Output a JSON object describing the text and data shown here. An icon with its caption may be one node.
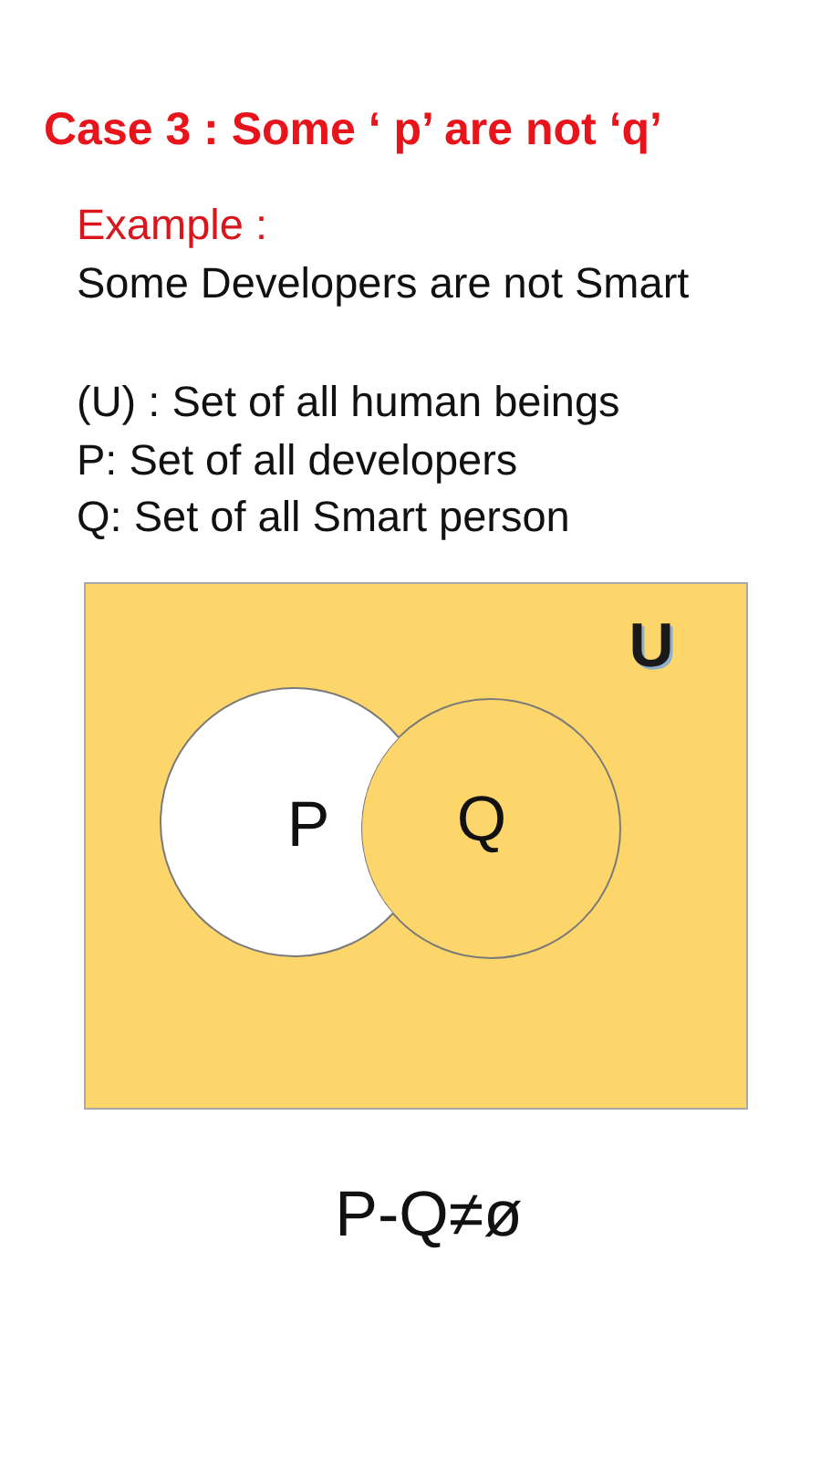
{
  "diagram": {
    "title": "Case 3 : Some ‘ p’ are not ‘q’",
    "nodes": [
      {
        "text": [
          "U"
        ]
      },
      {
        "text": [
          "P"
        ],
        "in": 0
      },
      {
        "text": [
          "Q"
        ],
        "in": 0
      }
    ],
    "labels": [
      "Example :",
      "Some Developers are not Smart",
      "(U) : Set of all human beings",
      "P: Set of all developers",
      "Q: Set of all Smart person",
      "P-Q≠ø"
    ]
  }
}
